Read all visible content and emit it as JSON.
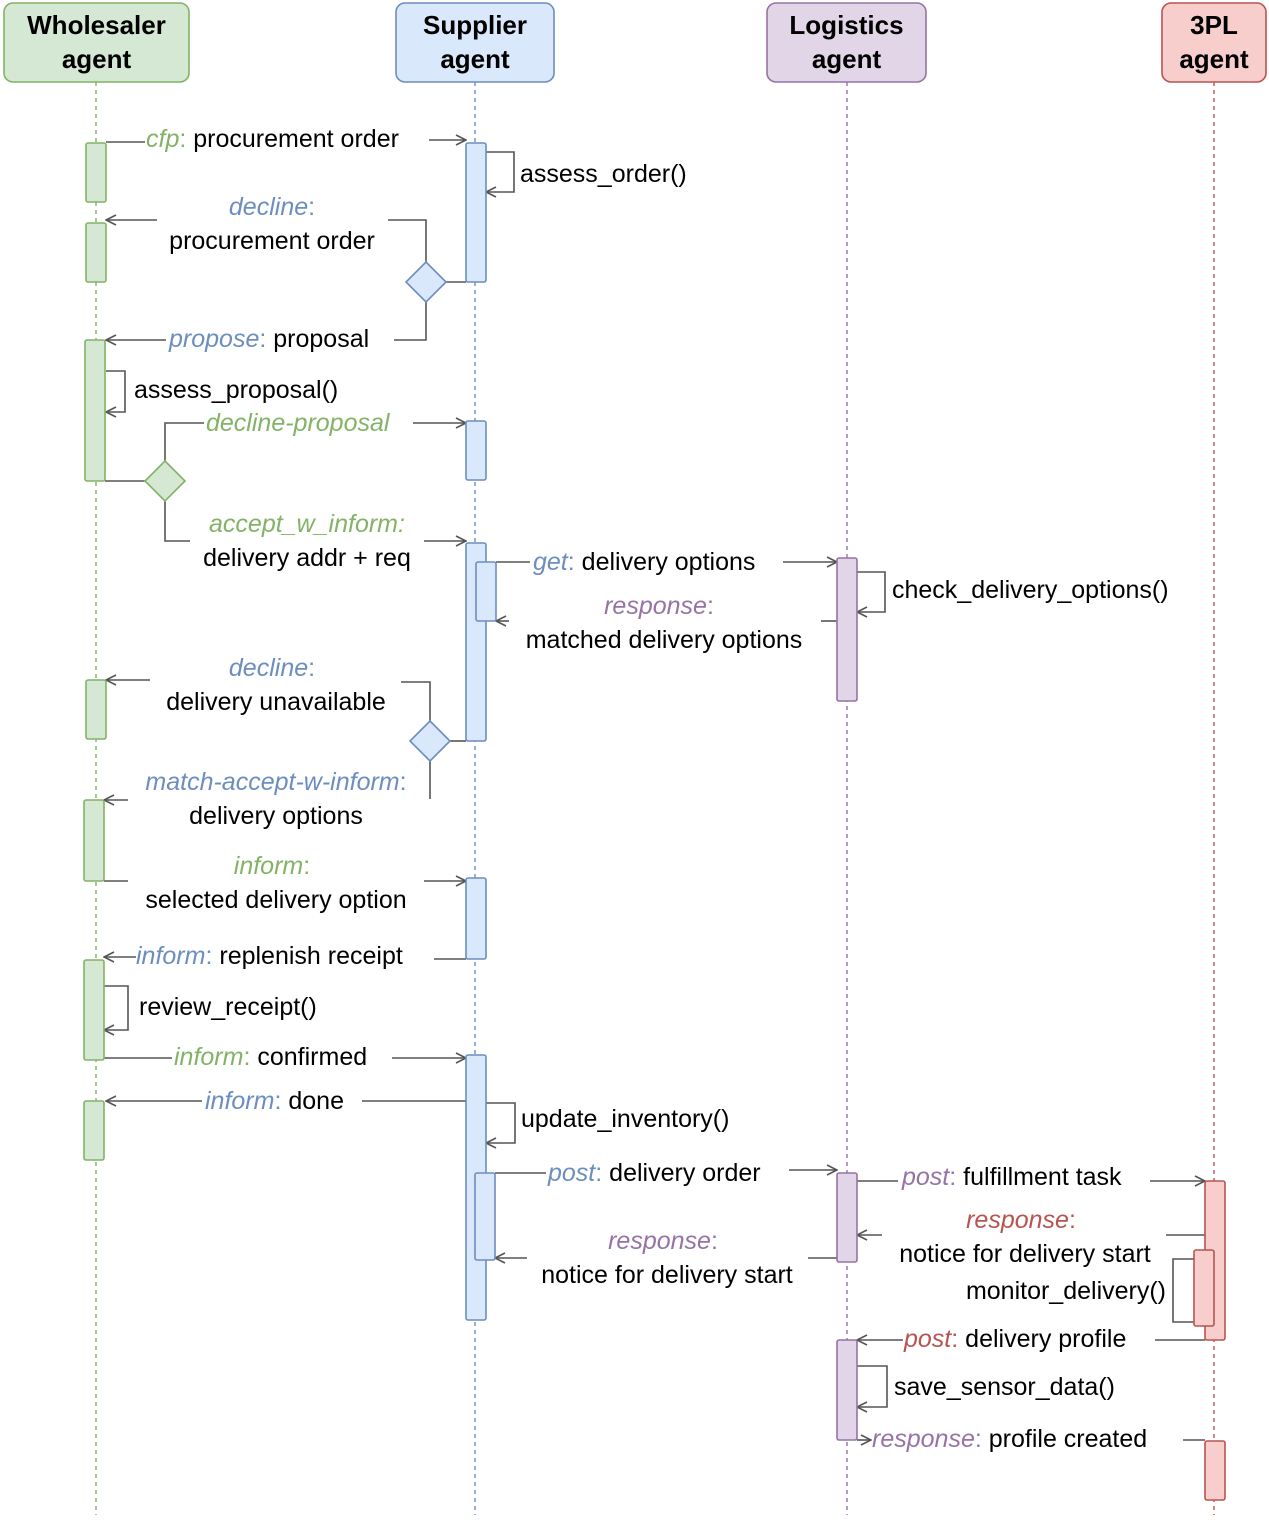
{
  "colors": {
    "wholesaler": {
      "fill": "#d5e8d4",
      "stroke": "#82b366",
      "label": "#82b366"
    },
    "supplier": {
      "fill": "#dae8fc",
      "stroke": "#6c8ebf",
      "label": "#6c8ebf"
    },
    "logistics": {
      "fill": "#e1d5e7",
      "stroke": "#9673a6",
      "label": "#9673a6"
    },
    "tpl": {
      "fill": "#f8cecc",
      "stroke": "#b85450",
      "label": "#b85450"
    },
    "arrow": "#555555"
  },
  "participants": [
    {
      "key": "wholesaler",
      "line1": "Wholesaler",
      "line2": "agent"
    },
    {
      "key": "supplier",
      "line1": "Supplier",
      "line2": "agent"
    },
    {
      "key": "logistics",
      "line1": "Logistics",
      "line2": "agent"
    },
    {
      "key": "tpl",
      "line1": "3PL",
      "line2": "agent"
    }
  ],
  "messages": [
    {
      "id": "cfp",
      "kw": "cfp",
      "kwColor": "wholesaler",
      "text": "procurement order"
    },
    {
      "id": "assess-order",
      "text": "assess_order()"
    },
    {
      "id": "decline-order",
      "kw": "decline",
      "kwColor": "supplier",
      "text": "procurement order"
    },
    {
      "id": "propose",
      "kw": "propose",
      "kwColor": "supplier",
      "text": "proposal"
    },
    {
      "id": "assess-proposal",
      "text": "assess_proposal()"
    },
    {
      "id": "decline-proposal",
      "kw": "decline-proposal",
      "kwColor": "wholesaler",
      "text": ""
    },
    {
      "id": "accept-w-inform",
      "kw": "accept_w_inform:",
      "kwColor": "wholesaler",
      "text": "delivery addr + req"
    },
    {
      "id": "get-delivery",
      "kw": "get",
      "kwColor": "supplier",
      "text": "delivery options"
    },
    {
      "id": "check-delivery",
      "text": "check_delivery_options()"
    },
    {
      "id": "response-matched",
      "kw": "response",
      "kwColor": "logistics",
      "text": "matched delivery options"
    },
    {
      "id": "decline-delivery",
      "kw": "decline",
      "kwColor": "supplier",
      "text": "delivery unavailable"
    },
    {
      "id": "match-accept",
      "kw": "match-accept-w-inform",
      "kwColor": "supplier",
      "text": "delivery options"
    },
    {
      "id": "inform-selected",
      "kw": "inform",
      "kwColor": "wholesaler",
      "text": "selected delivery option"
    },
    {
      "id": "inform-receipt",
      "kw": "inform",
      "kwColor": "supplier",
      "text": "replenish receipt"
    },
    {
      "id": "review-receipt",
      "text": "review_receipt()"
    },
    {
      "id": "inform-confirmed",
      "kw": "inform",
      "kwColor": "wholesaler",
      "text": "confirmed"
    },
    {
      "id": "inform-done",
      "kw": "inform",
      "kwColor": "supplier",
      "text": "done"
    },
    {
      "id": "update-inventory",
      "text": "update_inventory()"
    },
    {
      "id": "post-delivery-order",
      "kw": "post",
      "kwColor": "supplier",
      "text": "delivery order"
    },
    {
      "id": "post-fulfillment",
      "kw": "post",
      "kwColor": "logistics",
      "text": "fulfillment task"
    },
    {
      "id": "response-notice-3pl",
      "kw": "response",
      "kwColor": "tpl",
      "text": "notice for delivery start"
    },
    {
      "id": "response-notice-logistics",
      "kw": "response",
      "kwColor": "logistics",
      "text": "notice for delivery start"
    },
    {
      "id": "monitor-delivery",
      "text": "monitor_delivery()"
    },
    {
      "id": "post-profile",
      "kw": "post",
      "kwColor": "tpl",
      "text": "delivery profile"
    },
    {
      "id": "save-sensor",
      "text": "save_sensor_data()"
    },
    {
      "id": "response-profile",
      "kw": "response",
      "kwColor": "logistics",
      "text": "profile created"
    }
  ]
}
